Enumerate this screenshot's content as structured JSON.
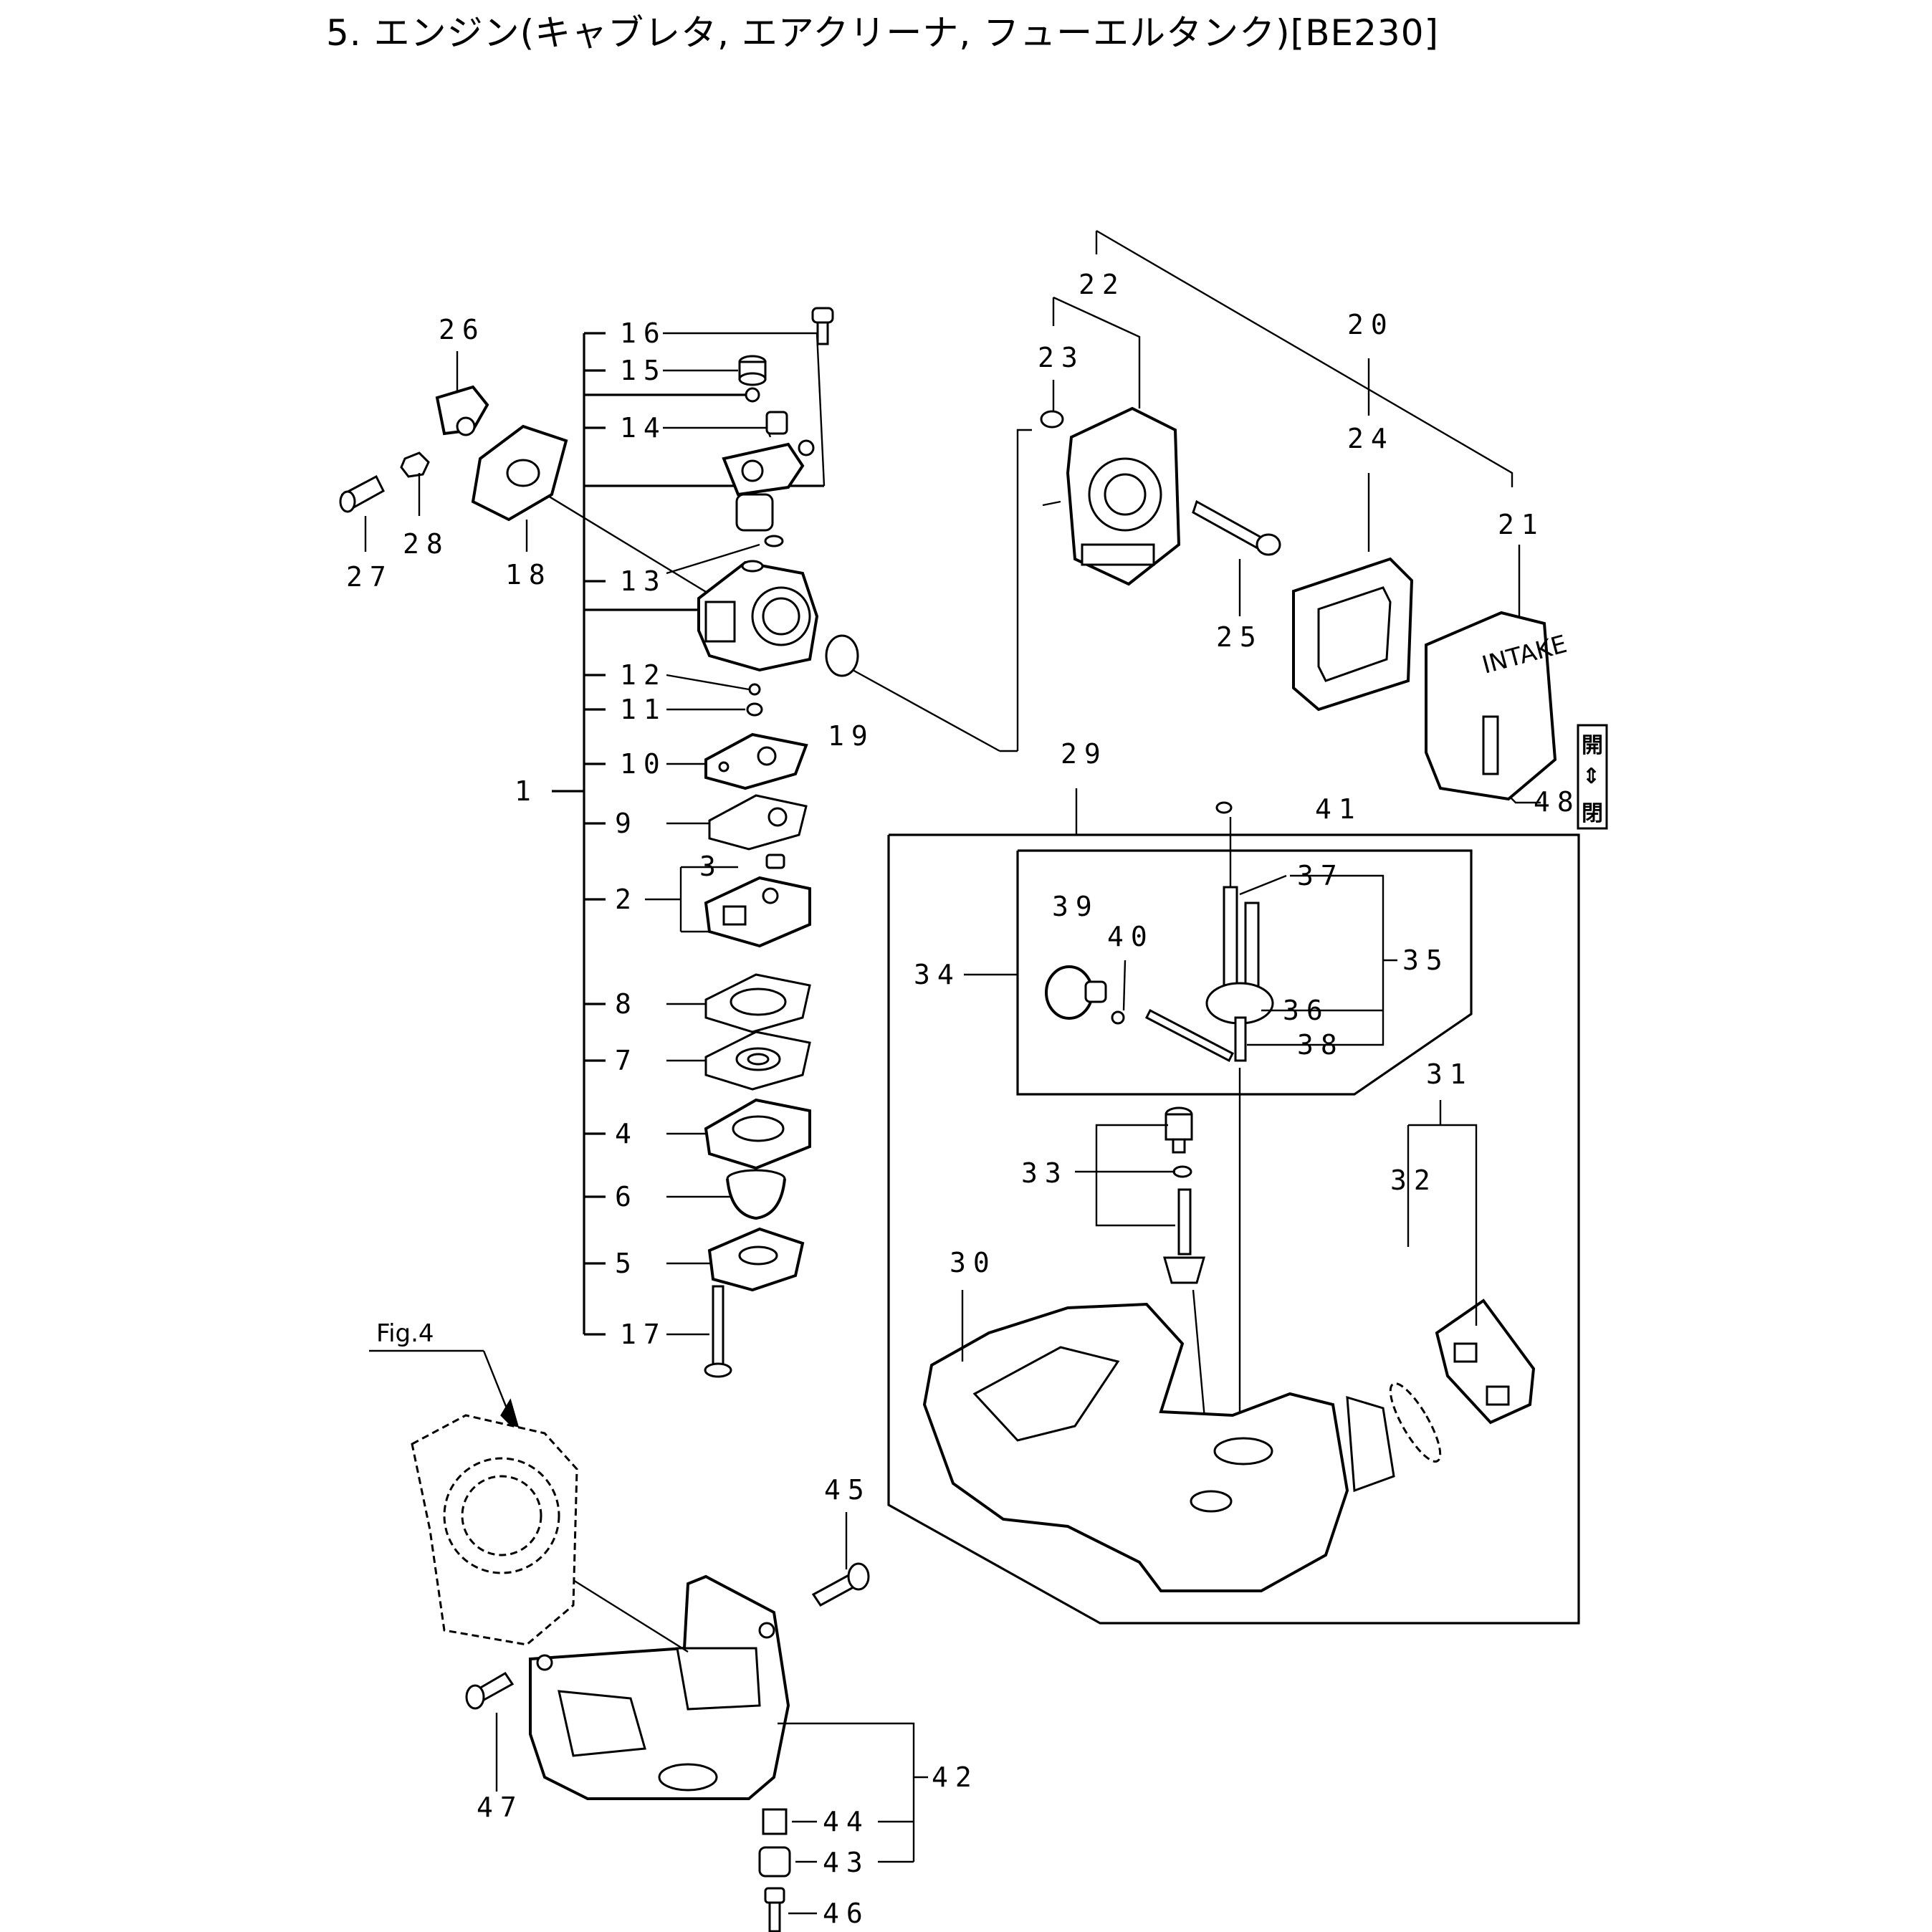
{
  "title": "5. エンジン(キャブレタ, エアクリーナ, フューエルタンク)[BE230]",
  "fig_ref": "Fig.4",
  "intake_label": "INTAKE",
  "stamp": {
    "open": "開",
    "close": "閉"
  },
  "callouts": {
    "p1": "1",
    "p2": "2",
    "p3": "3",
    "p4": "4",
    "p5": "5",
    "p6": "6",
    "p7": "7",
    "p8": "8",
    "p9": "9",
    "p10": "10",
    "p11": "11",
    "p12": "12",
    "p13": "13",
    "p14": "14",
    "p15": "15",
    "p16": "16",
    "p17": "17",
    "p18": "18",
    "p19": "19",
    "p20": "20",
    "p21": "21",
    "p22": "22",
    "p23": "23",
    "p24": "24",
    "p25": "25",
    "p26": "26",
    "p27": "27",
    "p28": "28",
    "p29": "29",
    "p30": "30",
    "p31": "31",
    "p32": "32",
    "p33": "33",
    "p34": "34",
    "p35": "35",
    "p36": "36",
    "p37": "37",
    "p38": "38",
    "p39": "39",
    "p40": "40",
    "p41": "41",
    "p42": "42",
    "p43": "43",
    "p44": "44",
    "p45": "45",
    "p46": "46",
    "p47": "47",
    "p48": "48"
  }
}
